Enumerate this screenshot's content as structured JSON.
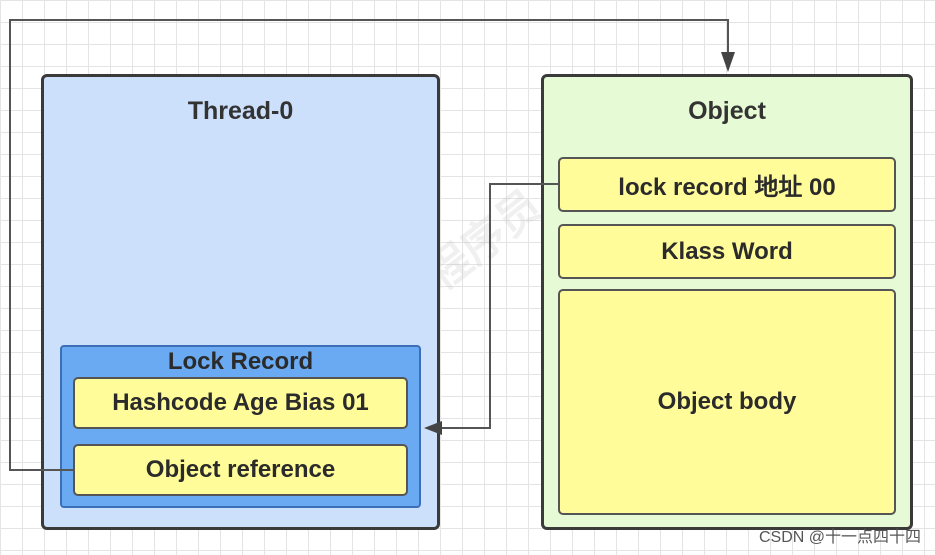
{
  "thread_box": {
    "title": "Thread-0"
  },
  "object_box": {
    "title": "Object"
  },
  "lock_record": {
    "title": "Lock Record",
    "fields": [
      "Hashcode Age Bias 01",
      "Object reference"
    ]
  },
  "object_fields": [
    "lock  record 地址 00",
    "Klass Word",
    "Object body"
  ],
  "watermark": "黑马程序员",
  "credit": "CSDN @十一点四十四"
}
